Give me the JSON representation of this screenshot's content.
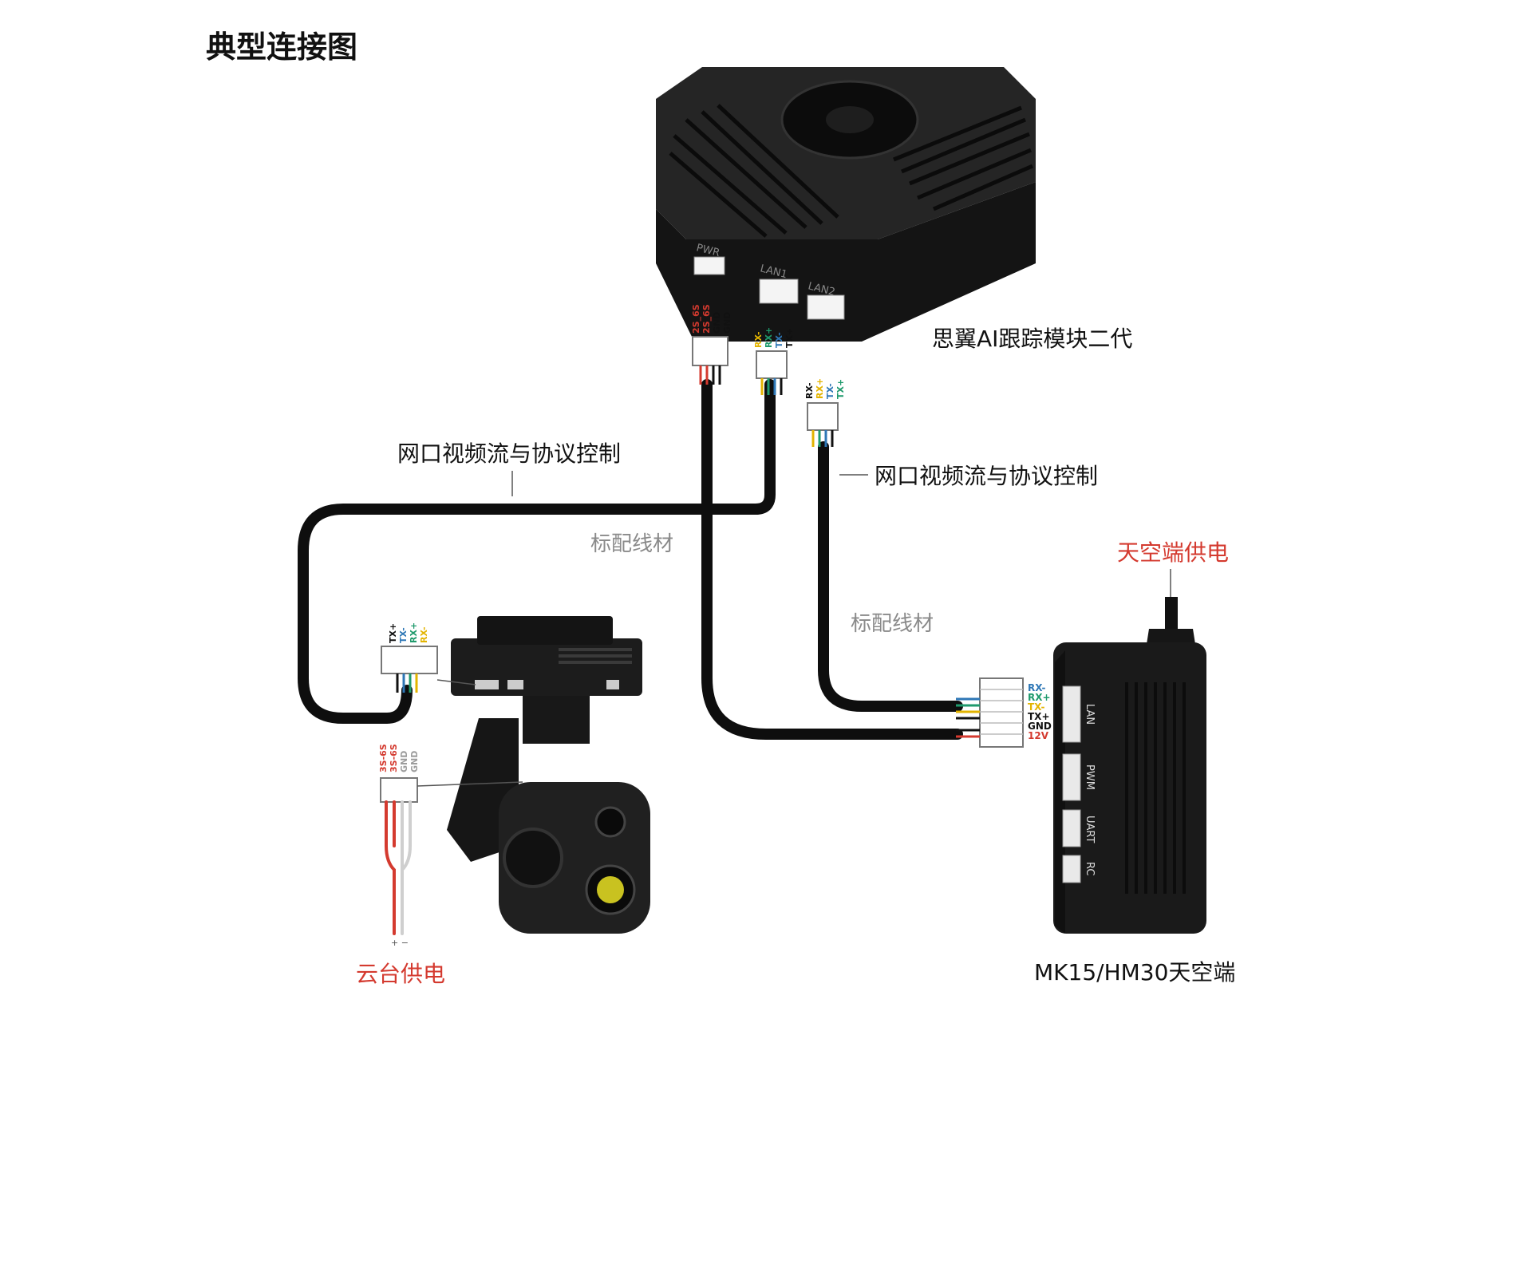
{
  "title": "典型连接图",
  "devices": {
    "tracker": "思翼AI跟踪模块二代",
    "air_unit": "MK15/HM30天空端",
    "gimbal_power": "云台供电",
    "air_power": "天空端供电"
  },
  "cables": {
    "left_net": "网口视频流与协议控制",
    "right_net": "网口视频流与协议控制",
    "std_cable_1": "标配线材",
    "std_cable_2": "标配线材"
  },
  "tracker_ports": {
    "pwr": "PWR",
    "lan1": "LAN1",
    "lan2": "LAN2"
  },
  "pin_labels": {
    "pwr": [
      "2S_6S",
      "2S_6S",
      "GND",
      "GND"
    ],
    "lan1": [
      "RX-",
      "RX+",
      "TX-",
      "TX+"
    ],
    "lan2": [
      "RX-",
      "RX+",
      "TX-",
      "TX+"
    ],
    "gimbal_net": [
      "TX+",
      "TX-",
      "RX+",
      "RX-"
    ],
    "gimbal_pwr": [
      "3S-6S",
      "3S-6S",
      "GND",
      "GND"
    ],
    "air_unit": [
      "RX-",
      "RX+",
      "TX-",
      "TX+",
      "GND",
      "12V"
    ],
    "polarity": "+ −"
  },
  "air_unit_ports": [
    "LAN",
    "PWM",
    "UART",
    "RC"
  ],
  "colors": {
    "red": "#d43a2f",
    "yellow": "#e3b400",
    "green": "#1f9a6c",
    "blue": "#2e77b6",
    "black": "#111111",
    "grey": "#9c9c9c",
    "device": "#1c1c1c"
  }
}
